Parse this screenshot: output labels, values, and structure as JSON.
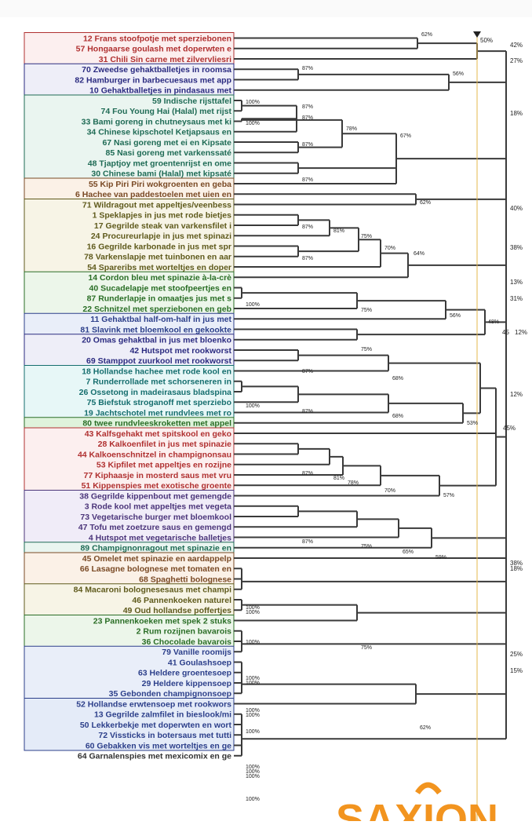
{
  "colors": {
    "red": "#b03030",
    "navy": "#2b2b80",
    "teal": "#1f6b55",
    "brown": "#7a4a25",
    "olive": "#5f5a1c",
    "green": "#2a6e26",
    "blue": "#2c3f8a",
    "cyan": "#156e6e",
    "purple": "#4b357a",
    "line": "#3a3a3a",
    "cutoff": "#e6b84c",
    "logo": "#f2941f"
  },
  "cutoff_label": "50%",
  "logo_text": "SAXION",
  "groups": [
    {
      "id": "g-red",
      "color": "red",
      "bg": "#fcefef",
      "start": 0,
      "end": 2
    },
    {
      "id": "g-navy1",
      "color": "navy",
      "bg": "#eeeef8",
      "start": 3,
      "end": 5
    },
    {
      "id": "g-teal1",
      "color": "teal",
      "bg": "#eaf5f0",
      "start": 6,
      "end": 13
    },
    {
      "id": "g-brown1",
      "color": "brown",
      "bg": "#fbf1e7",
      "start": 14,
      "end": 15
    },
    {
      "id": "g-olive1",
      "color": "olive",
      "bg": "#f7f4e6",
      "start": 16,
      "end": 22
    },
    {
      "id": "g-green1",
      "color": "green",
      "bg": "#ecf6ea",
      "start": 23,
      "end": 26
    },
    {
      "id": "g-blue1",
      "color": "blue",
      "bg": "#e9eef9",
      "start": 27,
      "end": 28
    },
    {
      "id": "g-navy2",
      "color": "navy",
      "bg": "#eeeef8",
      "start": 29,
      "end": 31
    },
    {
      "id": "g-cyan",
      "color": "cyan",
      "bg": "#e7f7f7",
      "start": 32,
      "end": 36
    },
    {
      "id": "g-green2",
      "color": "green",
      "bg": "#dff3dc",
      "start": 37,
      "end": 37
    },
    {
      "id": "g-red2",
      "color": "red",
      "bg": "#fcefef",
      "start": 38,
      "end": 43
    },
    {
      "id": "g-purple",
      "color": "purple",
      "bg": "#f0ecf8",
      "start": 44,
      "end": 48
    },
    {
      "id": "g-teal2",
      "color": "teal",
      "bg": "#eaf5f0",
      "start": 49,
      "end": 49
    },
    {
      "id": "g-brown2",
      "color": "brown",
      "bg": "#fbf1e7",
      "start": 50,
      "end": 52
    },
    {
      "id": "g-olive2",
      "color": "olive",
      "bg": "#f7f4e6",
      "start": 53,
      "end": 55
    },
    {
      "id": "g-green3",
      "color": "green",
      "bg": "#ecf6ea",
      "start": 56,
      "end": 58
    },
    {
      "id": "g-blue2",
      "color": "blue",
      "bg": "#e9eef9",
      "start": 59,
      "end": 63
    },
    {
      "id": "g-blue3",
      "color": "blue",
      "bg": "#e4ebf8",
      "start": 64,
      "end": 68
    }
  ],
  "items": [
    "12 Frans stoofpotje met sperziebonen",
    "57 Hongaarse goulash met doperwten e",
    "31 Chili Sin carne met zilvervliesri",
    "70 Zweedse gehaktballetjes in roomsa",
    "82 Hamburger in barbecuesaus met app",
    "10 Gehaktballetjes in pindasaus met",
    "59 Indische rijsttafel",
    "74 Fou Young Hai (Halal) met rijst",
    "33 Bami goreng in chutneysaus met ki",
    "34 Chinese kipschotel Ketjapsaus en",
    "67 Nasi goreng met ei en Kipsate",
    "85 Nasi goreng met varkenssaté",
    "48 Tjaptjoy met groentenrijst en ome",
    "30 Chinese bami (Halal) met kipsaté",
    "55 Kip Piri Piri wokgroenten en geba",
    "6 Hachee van paddestoelen met uien en",
    "71 Wildragout met appeltjes/veenbess",
    "1 Speklapjes in jus met rode bietjes",
    "17 Gegrilde steak van varkensfilet i",
    "24 Procureurlapje in jus met spinazi",
    "16 Gegrilde karbonade in jus met spr",
    "78 Varkenslapje met tuinbonen en aar",
    "54 Spareribs met worteltjes en doper",
    "14 Cordon bleu met spinazie à-la-crè",
    "40 Sucadelapje met stoofpeertjes en",
    "87 Runderlapje in omaatjes jus met s",
    "22 Schnitzel met sperziebonen en geb",
    "11 Gehaktbal half-om-half in jus met",
    "81 Slavink met bloemkool en gekookte",
    "20 Omas gehaktbal in jus met bloenko",
    "42 Hutspot met rookworst",
    "69 Stamppot zuurkool met rookworst",
    "18 Hollandse hachee met rode kool en",
    "7 Runderrollade met schorseneren in",
    "26 Ossetong in madeirasaus bladspina",
    "75 Biefstuk stroganoff met sperziebo",
    "19 Jachtschotel met rundvlees met ro",
    "80 twee rundvleeskroketten met appel",
    "43 Kalfsgehakt met spitskool en geko",
    "28 Kalkoenfilet in jus met spinazie",
    "44 Kalkoenschnitzel in champignonsau",
    "53 Kipfilet met appeltjes en rozijne",
    "77 Kiphaasje in mosterd saus met vru",
    "51 Kippenspies met exotische groente",
    "38 Gegrilde kippenbout met gemengde",
    "3 Rode kool met appeltjes met vegeta",
    "73 Vegetarische burger met bloemkool",
    "47 Tofu met zoetzure saus en gemengd",
    "4 Hutspot met vegetarische balletjes",
    "89 Champignonragout met spinazie en",
    "45 Omelet met spinazie en aardappelp",
    "66 Lasagne bolognese met tomaten en",
    "68 Spaghetti bolognese",
    "84 Macaroni bolognesesaus met champi",
    "46 Pannenkoeken naturel",
    "49 Oud hollandse poffertjes",
    "23 Pannenkoeken met spek 2 stuks",
    "2 Rum rozijnen bavarois",
    "36 Chocolade bavarois",
    "79 Vanille roomijs",
    "41 Goulashsoep",
    "63 Heldere groentesoep",
    "29 Heldere kippensoep",
    "35 Gebonden champignonsoep",
    "52 Hollandse erwtensoep met rookwors",
    "13 Gegrilde zalmfilet in bieslook/mi",
    "50 Lekkerbekje met doperwten en wort",
    "72 Vissticks in botersaus met tutti",
    "60 Gebakken vis met worteltjes en ge",
    "64 Garnalenspies met mexicomix en ge"
  ],
  "tree_labels": [
    {
      "id": "t-62a",
      "text": "62%"
    },
    {
      "id": "t-87-zw",
      "text": "87%"
    },
    {
      "id": "t-56-hamb",
      "text": "56%"
    },
    {
      "id": "t-100-ind",
      "text": "100%"
    },
    {
      "id": "t-87-ind",
      "text": "87%"
    },
    {
      "id": "t-100-bami",
      "text": "100%"
    },
    {
      "id": "t-87-bami",
      "text": "87%"
    },
    {
      "id": "t-78-asian",
      "text": "78%"
    },
    {
      "id": "t-87-nasi",
      "text": "87%"
    },
    {
      "id": "t-67-asian",
      "text": "67%"
    },
    {
      "id": "t-87-bami2",
      "text": "87%"
    },
    {
      "id": "t-62-hachee",
      "text": "62%"
    },
    {
      "id": "t-87-spek",
      "text": "87%"
    },
    {
      "id": "t-81-proc",
      "text": "81%"
    },
    {
      "id": "t-75-varken",
      "text": "75%"
    },
    {
      "id": "t-87-karb",
      "text": "87%"
    },
    {
      "id": "t-70-varken",
      "text": "70%"
    },
    {
      "id": "t-64-varken",
      "text": "64%"
    },
    {
      "id": "t-100-suca",
      "text": "100%"
    },
    {
      "id": "t-75-suca",
      "text": "75%"
    },
    {
      "id": "t-56-beef",
      "text": "56%"
    },
    {
      "id": "t-75-slav",
      "text": "75%"
    },
    {
      "id": "t-48",
      "text": "48%"
    },
    {
      "id": "t-87-huts",
      "text": "87%"
    },
    {
      "id": "t-68-huts",
      "text": "68%"
    },
    {
      "id": "t-100-rund",
      "text": "100%"
    },
    {
      "id": "t-87-rund",
      "text": "87%"
    },
    {
      "id": "t-68-rund",
      "text": "68%"
    },
    {
      "id": "t-53",
      "text": "53%"
    },
    {
      "id": "t-87-kalk",
      "text": "87%"
    },
    {
      "id": "t-81-kip",
      "text": "81%"
    },
    {
      "id": "t-78-kip",
      "text": "78%"
    },
    {
      "id": "t-70-kip",
      "text": "70%"
    },
    {
      "id": "t-57-kip",
      "text": "57%"
    },
    {
      "id": "t-87-veg",
      "text": "87%"
    },
    {
      "id": "t-75-veg",
      "text": "75%"
    },
    {
      "id": "t-65-veg",
      "text": "65%"
    },
    {
      "id": "t-59-veg",
      "text": "59%"
    },
    {
      "id": "t-100-las1",
      "text": "100%"
    },
    {
      "id": "t-100-las2",
      "text": "100%"
    },
    {
      "id": "t-100-pan",
      "text": "100%"
    },
    {
      "id": "t-75-pan",
      "text": "75%"
    },
    {
      "id": "t-100-bav1",
      "text": "100%"
    },
    {
      "id": "t-100-bav2",
      "text": "100%"
    },
    {
      "id": "t-100-soep1",
      "text": "100%"
    },
    {
      "id": "t-100-soep2",
      "text": "100%"
    },
    {
      "id": "t-100-soep3",
      "text": "100%"
    },
    {
      "id": "t-62-soep",
      "text": "62%"
    },
    {
      "id": "t-100-vis1",
      "text": "100%"
    },
    {
      "id": "t-100-vis2",
      "text": "100%"
    },
    {
      "id": "t-100-vis3",
      "text": "100%"
    },
    {
      "id": "t-100-vis4",
      "text": "100%"
    }
  ],
  "right_labels": [
    {
      "id": "r-42",
      "text": "42%"
    },
    {
      "id": "r-27",
      "text": "27%"
    },
    {
      "id": "r-18a",
      "text": "18%"
    },
    {
      "id": "r-40",
      "text": "40%"
    },
    {
      "id": "r-38",
      "text": "38%"
    },
    {
      "id": "r-13",
      "text": "13%"
    },
    {
      "id": "r-31",
      "text": "31%"
    },
    {
      "id": "r-45",
      "text": "45"
    },
    {
      "id": "r-12a",
      "text": "12%"
    },
    {
      "id": "r-12b",
      "text": "12%"
    },
    {
      "id": "r-45b",
      "text": "45%"
    },
    {
      "id": "r-38b",
      "text": "38%"
    },
    {
      "id": "r-18b",
      "text": "18%"
    },
    {
      "id": "r-25",
      "text": "25%"
    },
    {
      "id": "r-15",
      "text": "15%"
    }
  ]
}
